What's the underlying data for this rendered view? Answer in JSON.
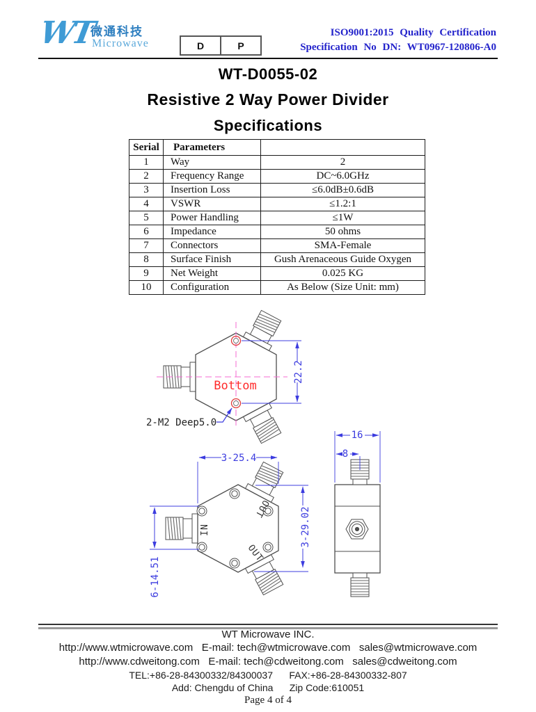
{
  "header": {
    "logo": {
      "mark": "WT",
      "cn": "微通科技",
      "en": "Microwave"
    },
    "revision_cells": [
      "D",
      "P"
    ],
    "cert_line1": "ISO9001:2015 Quality Certification",
    "cert_line2": "Specification No DN: WT0967-120806-A0"
  },
  "titles": {
    "model": "WT-D0055-02",
    "product": "Resistive 2 Way Power Divider",
    "section": "Specifications"
  },
  "spec_table": {
    "headers": [
      "Serial",
      "Parameters",
      ""
    ],
    "rows": [
      [
        "1",
        "Way",
        "2"
      ],
      [
        "2",
        "Frequency Range",
        "DC~6.0GHz"
      ],
      [
        "3",
        "Insertion Loss",
        "≤6.0dB±0.6dB"
      ],
      [
        "4",
        "VSWR",
        "≤1.2:1"
      ],
      [
        "5",
        "Power Handling",
        "≤1W"
      ],
      [
        "6",
        "Impedance",
        "50 ohms"
      ],
      [
        "7",
        "Connectors",
        "SMA-Female"
      ],
      [
        "8",
        "Surface Finish",
        "Gush Arenaceous Guide Oxygen"
      ],
      [
        "9",
        "Net Weight",
        "0.025 KG"
      ],
      [
        "10",
        "Configuration",
        "As Below (Size Unit: mm)"
      ]
    ]
  },
  "drawings": {
    "bottom_view": {
      "label": "Bottom",
      "note": "2-M2 Deep5.0",
      "dim_hole_spacing": "22.2"
    },
    "front_view": {
      "port_in": "IN",
      "port_out_top": "OUT",
      "port_out_bottom": "OUT",
      "dim_width": "3-25.4",
      "dim_height": "3-29.02",
      "dim_hole_spacing": "6-14.51"
    },
    "side_view": {
      "dim_width": "16",
      "dim_offset": "8"
    }
  },
  "colors": {
    "cert_blue": "#2323cb",
    "logo_blue": "#3f9bd5",
    "dimension_blue": "#3c3cdf",
    "centerline_magenta": "#f56ad2",
    "label_red": "#ff2a2a"
  },
  "footer": {
    "company": "WT Microwave INC.",
    "line1": "http://www.wtmicrowave.com   E-mail: tech@wtmicrowave.com   sales@wtmicrowave.com",
    "line2": "http://www.cdweitong.com   E-mail: tech@cdweitong.com   sales@cdweitong.com",
    "line3": "TEL:+86-28-84300332/84300037      FAX:+86-28-84300332-807",
    "line4": "Add: Chengdu of China      Zip Code:610051",
    "page": "Page 4 of 4"
  }
}
